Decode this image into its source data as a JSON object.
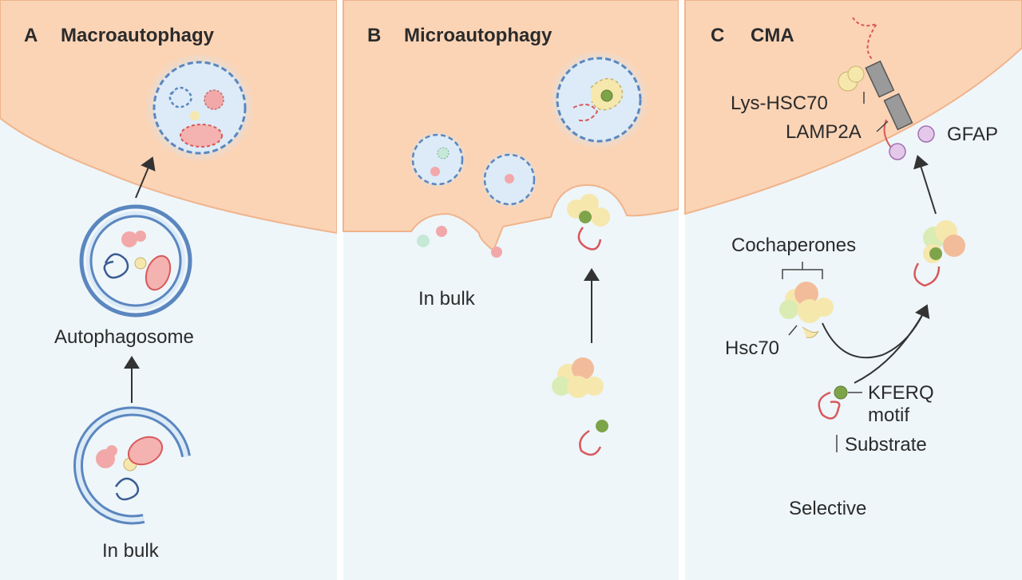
{
  "panels": {
    "a": {
      "letter": "A",
      "title": "Macroautophagy",
      "label_autophagosome": "Autophagosome",
      "label_bulk": "In bulk"
    },
    "b": {
      "letter": "B",
      "title": "Microautophagy",
      "label_bulk": "In bulk"
    },
    "c": {
      "letter": "C",
      "title": "CMA",
      "label_lys_hsc70": "Lys-HSC70",
      "label_lamp2a": "LAMP2A",
      "label_gfap": "GFAP",
      "label_cochaperones": "Cochaperones",
      "label_hsc70": "Hsc70",
      "label_kferq_1": "KFERQ",
      "label_kferq_2": "motif",
      "label_substrate": "Substrate",
      "label_selective": "Selective"
    }
  },
  "colors": {
    "lysosome_lumen": "#fbd4b6",
    "cytosol": "#eef6fa",
    "membrane_blue": "#5b86bf",
    "vesicle_fill": "#dcebf7",
    "chaperone_yellow": "#f6e7ad",
    "chaperone_peach": "#f2bc9a",
    "chaperone_green": "#d9ecb4",
    "kferq_green": "#7ea44a",
    "substrate_red": "#d9585b",
    "gfap_purple": "#e3c8ea"
  }
}
